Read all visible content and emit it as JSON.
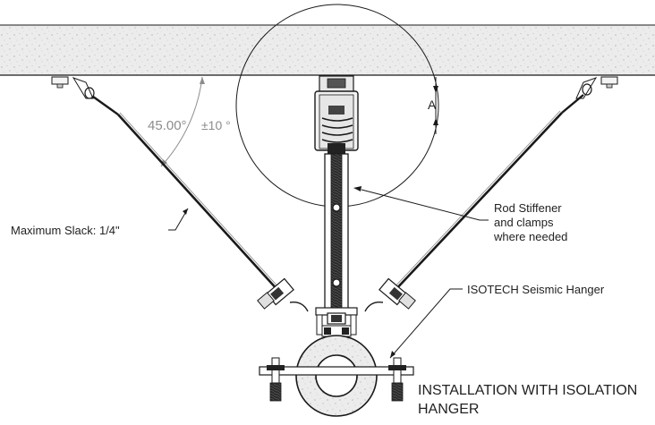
{
  "labels": {
    "angle": "45.00°",
    "tolerance": "±10 °",
    "detail_mark": "A",
    "slack": "Maximum Slack: 1/4\"",
    "stiffener_line1": "Rod Stiffener",
    "stiffener_line2": "and clamps",
    "stiffener_line3": "where needed",
    "hanger": "ISOTECH Seismic Hanger",
    "caption_line1": "INSTALLATION WITH ISOLATION",
    "caption_line2": "HANGER"
  },
  "colors": {
    "slab_fill": "#ebebeb",
    "line": "#1a1a1a",
    "dim_gray": "#8c8c8c",
    "text": "#222222"
  }
}
